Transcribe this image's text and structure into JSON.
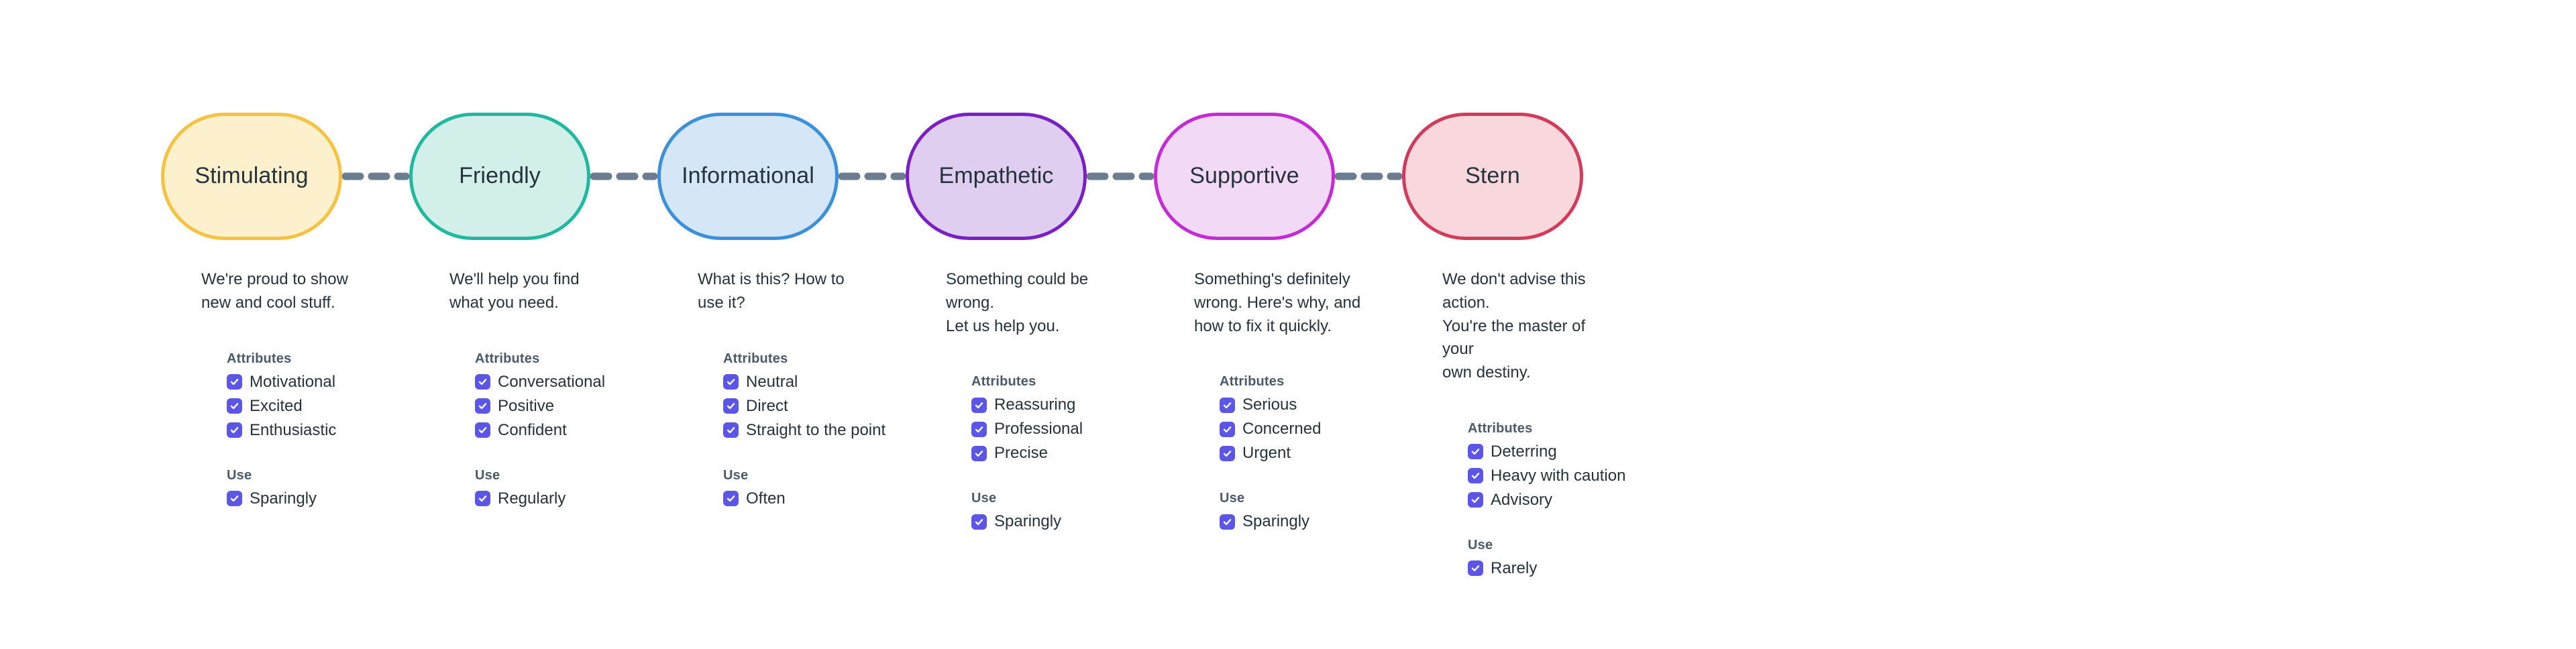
{
  "theme": {
    "background": "#ffffff",
    "text_color": "#26323c",
    "heading_color": "#4a5a68",
    "checkbox_color": "#5b56e8",
    "connector_color": "#6b7d8f"
  },
  "headings": {
    "attributes": "Attributes",
    "use": "Use"
  },
  "columns": [
    {
      "title": "Stimulating",
      "fill": "#fdf0cc",
      "border": "#f5c242",
      "description": "We're proud to show\nnew and cool stuff.",
      "attributes": [
        "Motivational",
        "Excited",
        "Enthusiastic"
      ],
      "use": [
        "Sparingly"
      ]
    },
    {
      "title": "Friendly",
      "fill": "#d2efe9",
      "border": "#1fb9a0",
      "description": "We'll help you find\nwhat you need.",
      "attributes": [
        "Conversational",
        "Positive",
        "Confident"
      ],
      "use": [
        "Regularly"
      ]
    },
    {
      "title": "Informational",
      "fill": "#d5e6f7",
      "border": "#3c90db",
      "description": "What is this? How to\nuse it?",
      "attributes": [
        "Neutral",
        "Direct",
        "Straight to the point"
      ],
      "use": [
        "Often"
      ]
    },
    {
      "title": "Empathetic",
      "fill": "#dfcef0",
      "border": "#7a1fc4",
      "description": "Something could be wrong.\nLet us help you.",
      "attributes": [
        "Reassuring",
        "Professional",
        "Precise"
      ],
      "use": [
        "Sparingly"
      ]
    },
    {
      "title": "Supportive",
      "fill": "#f2d9f5",
      "border": "#c42bd4",
      "description": "Something's definitely\nwrong. Here's why, and\nhow to fix it quickly.",
      "attributes": [
        "Serious",
        "Concerned",
        "Urgent"
      ],
      "use": [
        "Sparingly"
      ]
    },
    {
      "title": "Stern",
      "fill": "#f8d7dd",
      "border": "#d33b5b",
      "description": "We don't advise this action.\nYou're the master of your\nown destiny.",
      "attributes": [
        "Deterring",
        "Heavy with caution",
        "Advisory"
      ],
      "use": [
        "Rarely"
      ]
    }
  ]
}
